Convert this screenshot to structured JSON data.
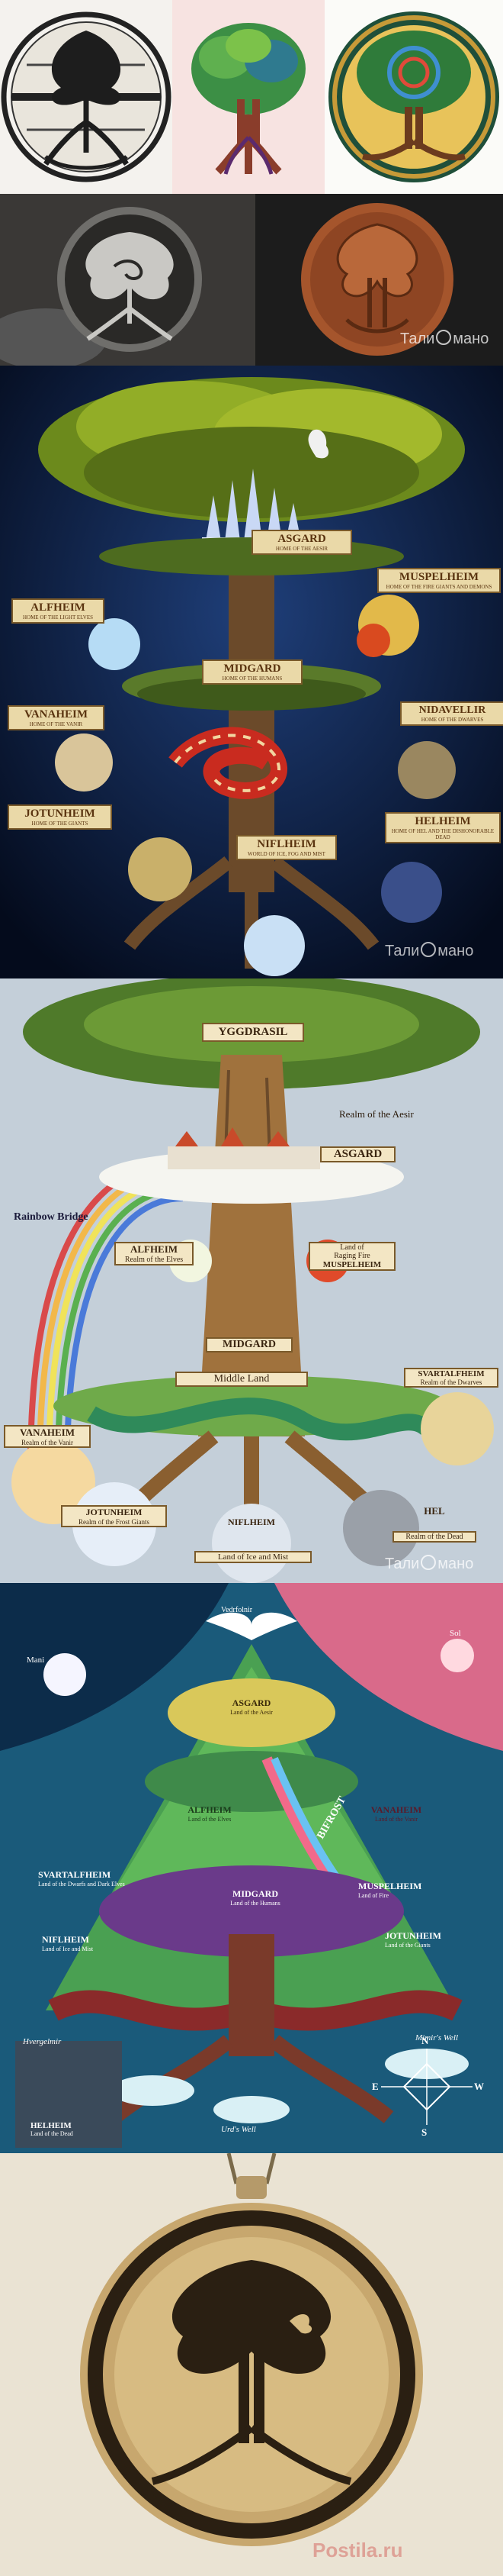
{
  "watermark": {
    "left": "Тали",
    "right": "мано"
  },
  "nine_worlds": {
    "asgard": {
      "name": "ASGARD",
      "sub": "HOME OF THE AESIR"
    },
    "alfheim": {
      "name": "ALFHEIM",
      "sub": "HOME OF THE LIGHT ELVES"
    },
    "midgard": {
      "name": "MIDGARD",
      "sub": "HOME OF THE HUMANS"
    },
    "muspelheim": {
      "name": "MUSPELHEIM",
      "sub": "HOME OF THE FIRE GIANTS AND DEMONS"
    },
    "vanaheim": {
      "name": "VANAHEIM",
      "sub": "HOME OF THE VANIR"
    },
    "nidavellir": {
      "name": "NIDAVELLIR",
      "sub": "HOME OF THE DWARVES"
    },
    "jotunheim": {
      "name": "JOTUNHEIM",
      "sub": "HOME OF THE GIANTS"
    },
    "helheim": {
      "name": "HELHEIM",
      "sub": "HOME OF HEL AND THE DISHONORABLE DEAD"
    },
    "niflheim": {
      "name": "NIFLHEIM",
      "sub": "WORLD OF ICE, FOG AND MIST"
    }
  },
  "illustrated": {
    "yggdrasil": "YGGDRASIL",
    "realm_aesir": "Realm of the Aesir",
    "asgard": "ASGARD",
    "rainbow_bridge": "Rainbow Bridge",
    "alfheim": "ALFHEIM",
    "realm_elves": "Realm of the Elves",
    "land_of": "Land of",
    "raging_fire": "Raging Fire",
    "muspelheim": "MUSPELHEIM",
    "midgard": "MIDGARD",
    "middle_land": "Middle Land",
    "svartalfheim": "SVARTALFHEIM",
    "realm_dwarves": "Realm of the Dwarves",
    "vanaheim": "VANAHEIM",
    "realm_vanir": "Realm of the Vanir",
    "jotunheim": "JOTUNHEIM",
    "realm_frost": "Realm of the Frost Giants",
    "niflheim": "NIFLHEIM",
    "ice_mist": "Land of Ice and Mist",
    "hel": "HEL",
    "realm_dead": "Realm of the Dead"
  },
  "colorful": {
    "vedrfolnir": "Vedrfolnir",
    "mani": "Mani",
    "sol": "Sol",
    "asgard": "ASGARD",
    "asgard_sub": "Land of the Aesir",
    "bifrost": "BIFROST",
    "alfheim": "ALFHEIM",
    "alfheim_sub": "Land of the Elves",
    "vanaheim": "VANAHEIM",
    "vanaheim_sub": "Land of the Vanir",
    "svartalfheim": "SVARTALFHEIM",
    "svartalfheim_sub": "Land of the Dwarfs and Dark Elves",
    "muspelheim": "MUSPELHEIM",
    "muspelheim_sub": "Land of Fire",
    "midgard": "MIDGARD",
    "midgard_sub": "Land of the Humans",
    "niflheim": "NIFLHEIM",
    "niflheim_sub": "Land of Ice and Mist",
    "jotunheim": "JOTUNHEIM",
    "jotunheim_sub": "Land of the Giants",
    "hvergelmir": "Hvergelmir",
    "mimirs_well": "Mimir's Well",
    "urds_well": "Urd's Well",
    "helheim": "HELHEIM",
    "helheim_sub": "Land of the Dead",
    "compass_n": "N",
    "compass_e": "E",
    "compass_s": "S",
    "compass_w": "W"
  },
  "footer_watermark": "Postila.ru"
}
